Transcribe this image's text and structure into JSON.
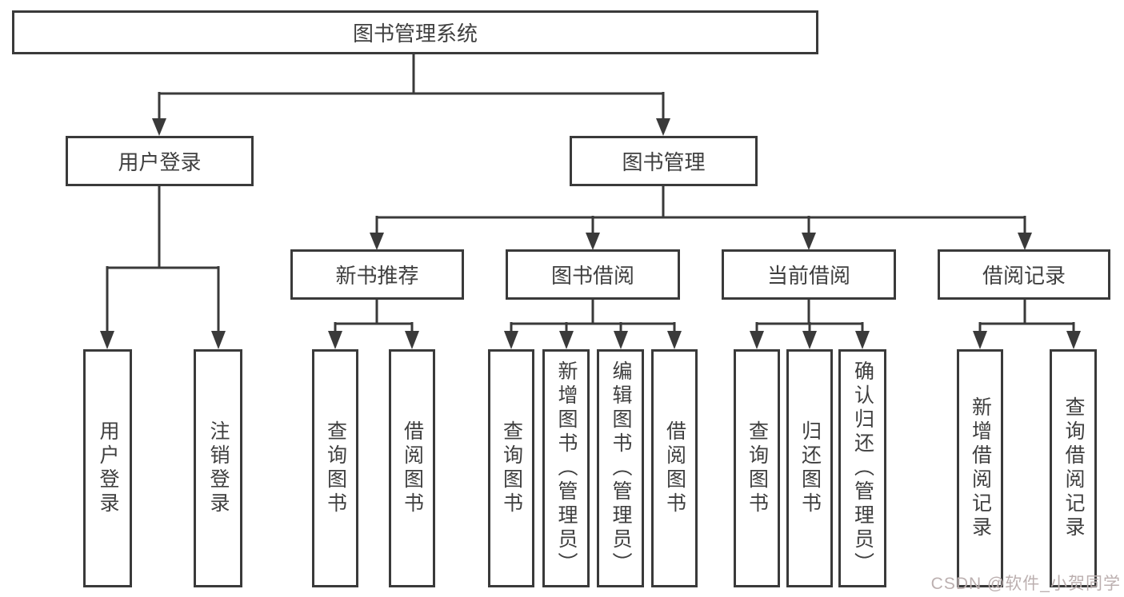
{
  "diagram": {
    "root": "图书管理系统",
    "level1": [
      "用户登录",
      "图书管理"
    ],
    "level2": [
      "新书推荐",
      "图书借阅",
      "当前借阅",
      "借阅记录"
    ],
    "leaves": [
      "用户登录",
      "注销登录",
      "查询图书",
      "借阅图书",
      "查询图书",
      "新增图书（管理员）",
      "编辑图书（管理员）",
      "借阅图书",
      "查询图书",
      "归还图书",
      "确认归还（管理员）",
      "新增借阅记录",
      "查询借阅记录"
    ]
  },
  "watermark": "CSDN @软件_小贺同学",
  "colors": {
    "line": "#3a3a3a",
    "text": "#3f3f3f",
    "background": "#ffffff",
    "watermark": "#bcb0b0"
  }
}
